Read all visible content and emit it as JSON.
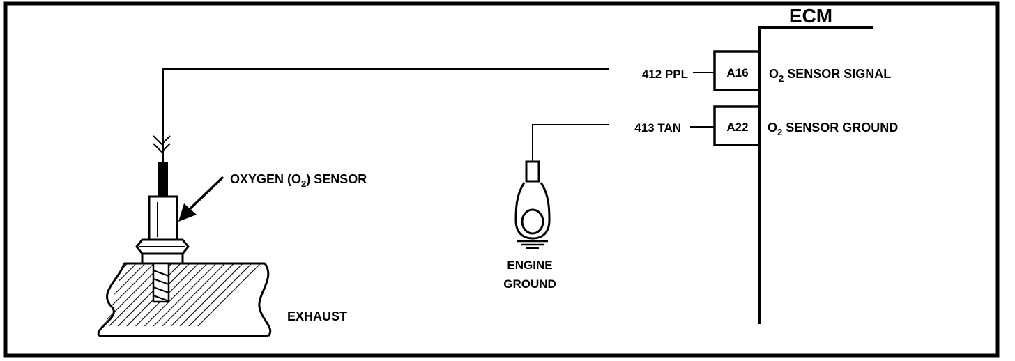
{
  "ecm": {
    "title": "ECM"
  },
  "pins": [
    {
      "pin": "A16",
      "wire": "412 PPL",
      "signal_prefix": "O",
      "signal_sub": "2",
      "signal_rest": " SENSOR SIGNAL"
    },
    {
      "pin": "A22",
      "wire": "413 TAN",
      "signal_prefix": "O",
      "signal_sub": "2",
      "signal_rest": " SENSOR GROUND"
    }
  ],
  "sensor": {
    "label_prefix": "OXYGEN (O",
    "label_sub": "2",
    "label_rest": ") SENSOR"
  },
  "exhaust": {
    "label": "EXHAUST"
  },
  "ground": {
    "line1": "ENGINE",
    "line2": "GROUND"
  }
}
